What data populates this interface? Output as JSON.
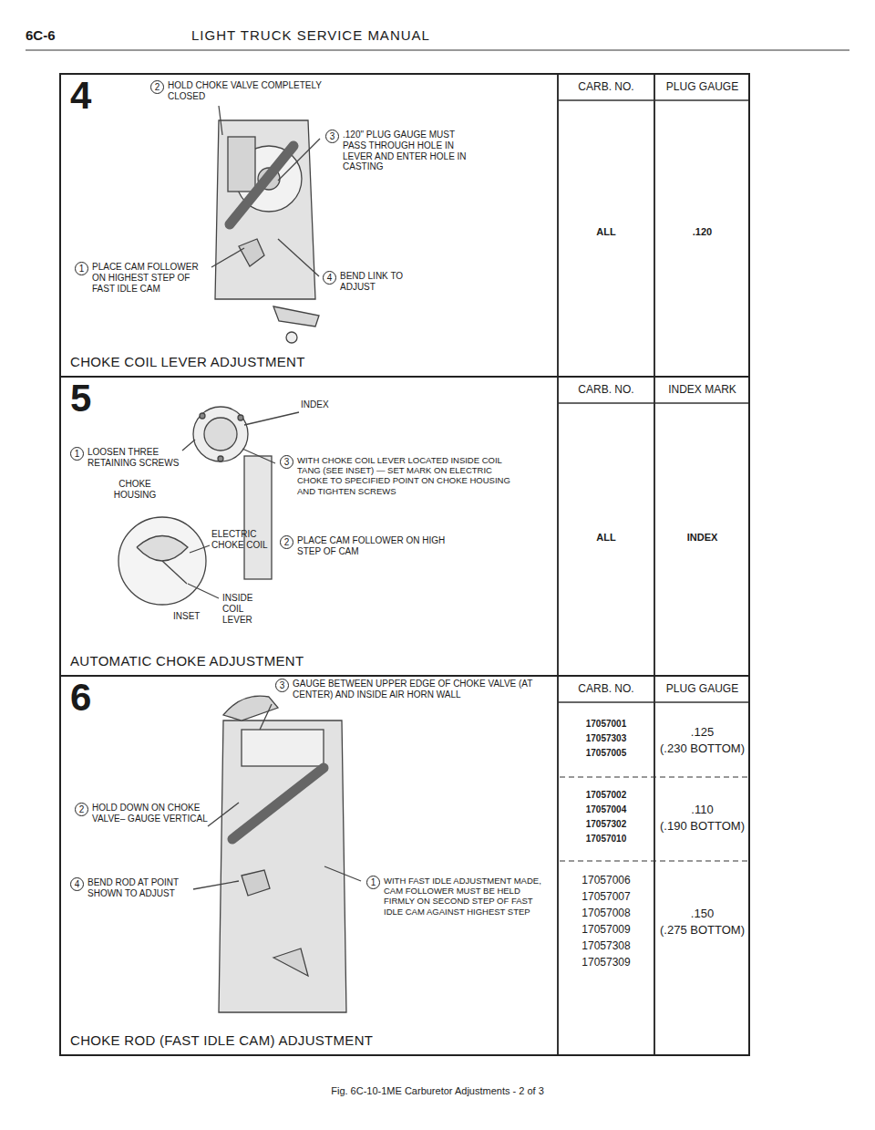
{
  "diagram": {
    "title": "LIGHT TRUCK SERVICE MANUAL",
    "caption": "Fig. 6C-10-1ME Carburetor Adjustments - 2 of 3",
    "nodes": [
      {
        "text": [
          "4",
          "CHOKE COIL LEVER ADJUSTMENT"
        ]
      },
      {
        "text": [
          "2",
          "HOLD CHOKE VALVE COMPLETELY CLOSED"
        ],
        "in": 0
      },
      {
        "text": [
          "3",
          ".120\" PLUG GAUGE MUST PASS THROUGH HOLE IN LEVER AND ENTER HOLE IN CASTING"
        ],
        "in": 0
      },
      {
        "text": [
          "1",
          "PLACE CAM FOLLOWER ON HIGHEST STEP OF FAST IDLE CAM"
        ],
        "in": 0
      },
      {
        "text": [
          "4",
          "BEND LINK TO ADJUST"
        ],
        "in": 0
      },
      {
        "text": [
          "5",
          "AUTOMATIC CHOKE ADJUSTMENT"
        ]
      },
      {
        "text": [
          "1",
          "LOOSEN THREE RETAINING SCREWS"
        ],
        "in": 5
      },
      {
        "text": [
          "3",
          "WITH CHOKE COIL LEVER LOCATED INSIDE COIL TANG (SEE INSET) — SET MARK ON ELECTRIC CHOKE TO SPECIFIED POINT ON CHOKE HOUSING AND TIGHTEN SCREWS"
        ],
        "in": 5
      },
      {
        "text": [
          "2",
          "PLACE CAM FOLLOWER ON HIGH STEP OF CAM"
        ],
        "in": 5
      },
      {
        "text": [
          "6",
          "CHOKE ROD (FAST IDLE CAM) ADJUSTMENT"
        ]
      },
      {
        "text": [
          "3",
          "GAUGE BETWEEN UPPER EDGE OF CHOKE VALVE (AT CENTER) AND INSIDE AIR HORN WALL"
        ],
        "in": 9
      },
      {
        "text": [
          "2",
          "HOLD DOWN ON CHOKE VALVE– GAUGE VERTICAL"
        ],
        "in": 9
      },
      {
        "text": [
          "4",
          "BEND ROD AT POINT SHOWN TO ADJUST"
        ],
        "in": 9
      },
      {
        "text": [
          "1",
          "WITH FAST IDLE ADJUSTMENT MADE, CAM FOLLOWER MUST BE HELD FIRMLY ON SECOND STEP OF FAST IDLE CAM AGAINST HIGHEST STEP"
        ],
        "in": 9
      }
    ],
    "labels": [
      "6C-6",
      "CARB. NO.",
      "PLUG GAUGE",
      "ALL",
      ".120",
      "INDEX",
      "CHOKE HOUSING",
      "ELECTRIC CHOKE COIL",
      "INSIDE COIL LEVER",
      "INSET",
      "CARB. NO.",
      "INDEX MARK",
      "ALL",
      "INDEX",
      "CARB. NO.",
      "PLUG GAUGE",
      "17057001",
      "17057303",
      "17057005",
      ".125",
      "(.230 BOTTOM)",
      "17057002",
      "17057004",
      "17057302",
      "17057010",
      ".110",
      "(.190 BOTTOM)",
      "17057006",
      "17057007",
      "17057008",
      "17057009",
      "17057308",
      "17057309",
      ".150",
      "(.275 BOTTOM)"
    ]
  }
}
